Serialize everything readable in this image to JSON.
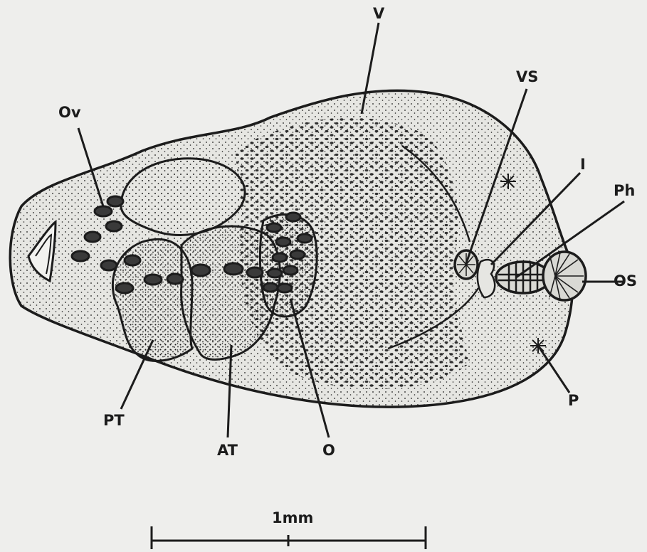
{
  "labels": {
    "v": "V",
    "vs": "VS",
    "ov": "Ov",
    "i": "I",
    "ph": "Ph",
    "os": "OS",
    "p": "P",
    "pt": "PT",
    "at": "AT",
    "o": "O"
  },
  "scale_bar": {
    "label": "1mm"
  },
  "colors": {
    "ink": "#1c1c1c",
    "paper": "#eeeeec",
    "body_fill": "#e6e6e2"
  }
}
